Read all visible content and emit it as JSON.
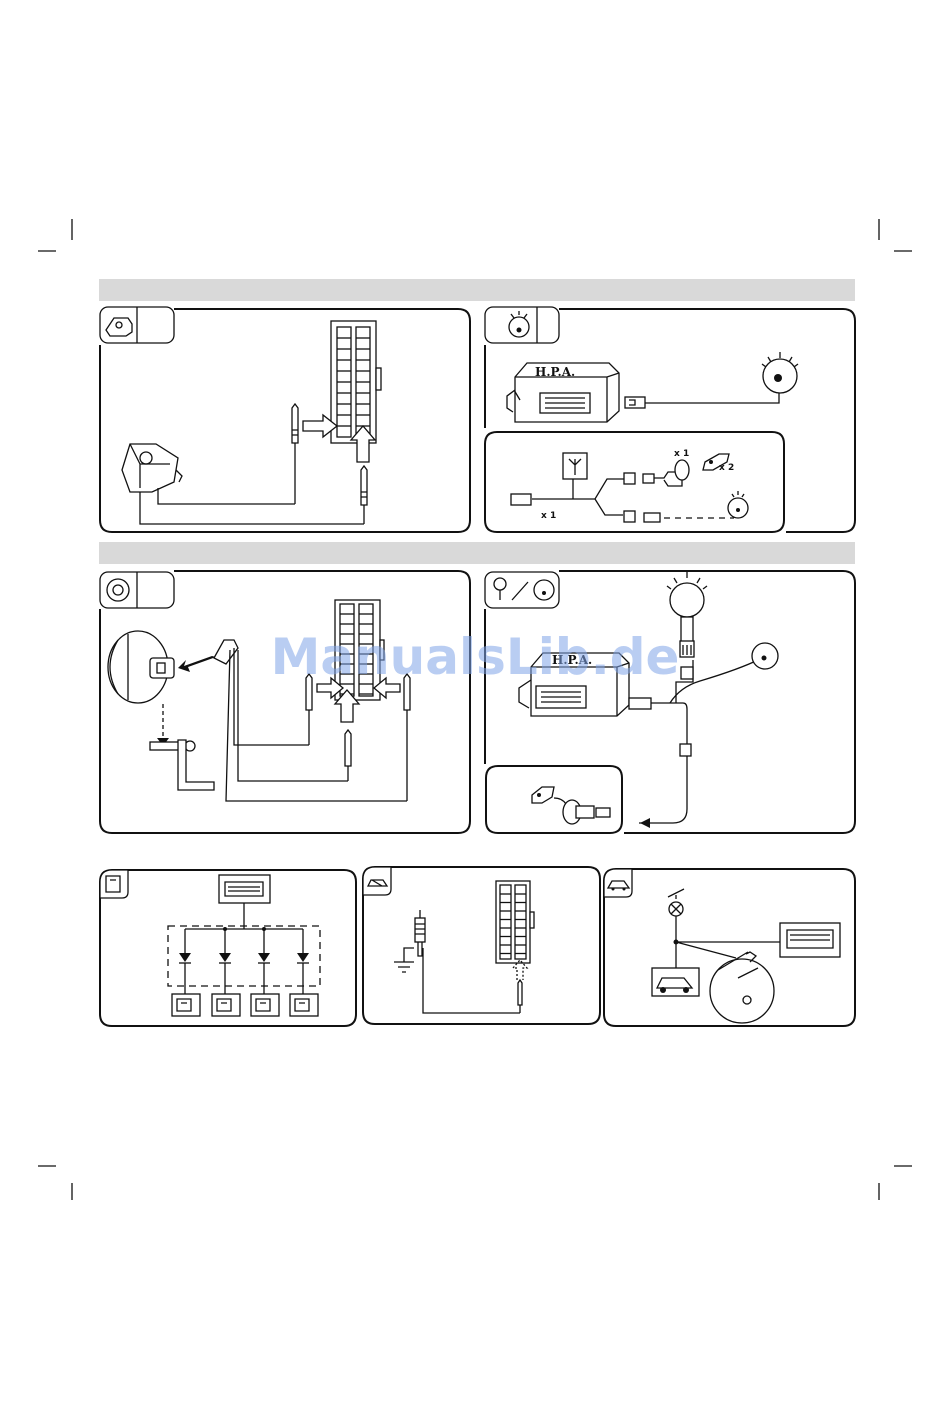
{
  "watermark": {
    "text": "ManualsLib.de",
    "color": "#7fa4e8"
  },
  "module_label": "H.P.A.",
  "remote_connector": {
    "qty_cable": "x 1",
    "qty_receiver": "x 1",
    "qty_tag": "x 2"
  },
  "section_bar_color": "#d9d9d9",
  "icons": [
    "siren-icon",
    "led-icon",
    "shock-sensor-icon",
    "led-or-button-icon",
    "door-icon",
    "car-ignition-icon",
    "car-light-icon"
  ]
}
